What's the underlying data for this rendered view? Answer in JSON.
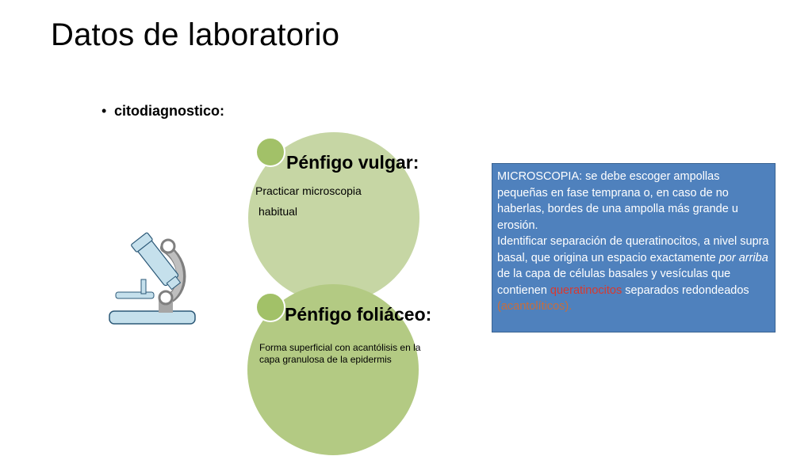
{
  "slide": {
    "title": "Datos de laboratorio",
    "bullet": "citodiagnostico:",
    "bullet_symbol": "•"
  },
  "circles": [
    {
      "heading": "Pénfigo vulgar:",
      "lines": [
        "Practicar microscopia",
        "habitual"
      ]
    },
    {
      "heading": "Pénfigo foliáceo:",
      "lines": [
        "Forma superficial con acantólisis en la capa granulosa de la epidermis"
      ]
    }
  ],
  "microscopia": {
    "p1": "MICROSCOPIA: se debe escoger ampollas pequeñas en fase temprana o, en caso de no haberlas, bordes de una ampolla más grande u erosión.",
    "p2_a": "Identificar separación de queratinocitos, a nivel supra basal, que origina un espacio exactamente ",
    "p2_italic": "por arriba",
    "p2_b": " de la capa de células basales y vesículas que contienen ",
    "p2_red": "queratinocitos",
    "p2_c": " separados redondeados ",
    "p2_orange": "(acantolíticos)."
  },
  "colors": {
    "circle_top": "#c6d6a4",
    "circle_bottom": "#b3ca83",
    "small_circle": "#a2c168",
    "box": "#4f81bd",
    "highlight_red": "#d9392e",
    "highlight_orange": "#c86e3c",
    "microscope_blue": "#c5e0ec",
    "microscope_gray": "#a6a6a6"
  },
  "icons": {
    "microscope": "microscope-icon"
  }
}
